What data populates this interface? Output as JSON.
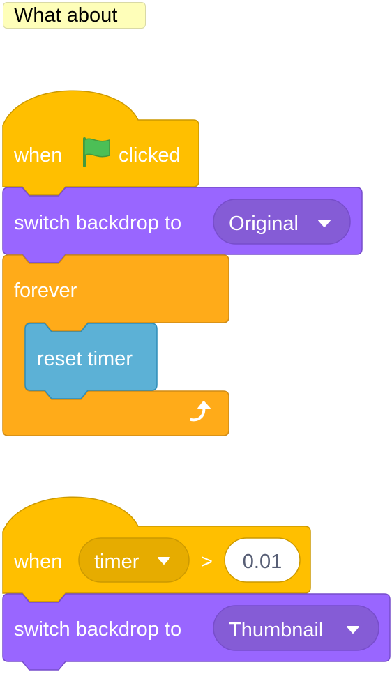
{
  "comment": {
    "text": "What about"
  },
  "script1": {
    "hat": {
      "when_label": "when",
      "flag_icon": "green-flag-icon",
      "clicked_label": "clicked"
    },
    "switch_backdrop": {
      "label": "switch backdrop to",
      "value": "Original"
    },
    "forever": {
      "label": "forever",
      "loop_icon": "repeat-arrow-icon"
    },
    "reset_timer": {
      "label": "reset timer"
    }
  },
  "script2": {
    "hat": {
      "when_label": "when",
      "sensor_value": "timer",
      "operator": ">",
      "threshold": "0.01"
    },
    "switch_backdrop": {
      "label": "switch backdrop to",
      "value": "Thumbnail"
    }
  },
  "colors": {
    "events": "#ffbf00",
    "events_border": "#cc9900",
    "events_dark": "#e6ac00",
    "looks": "#9966ff",
    "looks_border": "#774dcb",
    "looks_dark": "#855cd6",
    "control": "#ffab19",
    "control_border": "#cf8b17",
    "sensing": "#5cb1d6",
    "sensing_border": "#2e8eb8",
    "flag": "#4cbf56",
    "flag_border": "#45993d",
    "comment": "#fefeb9"
  }
}
